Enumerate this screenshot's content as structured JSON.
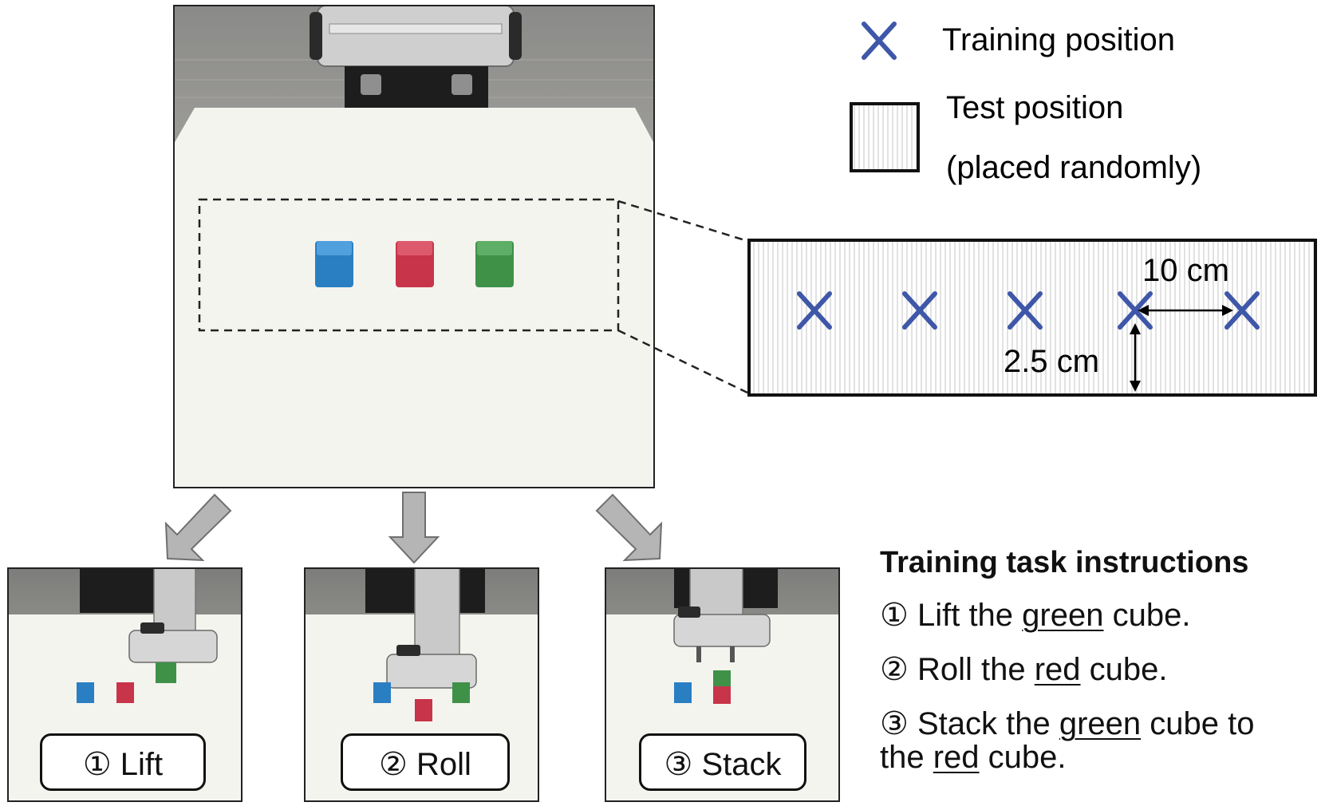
{
  "legend": {
    "training_label": "Training position",
    "test_label_line1": "Test position",
    "test_label_line2": "(placed randomly)"
  },
  "zoom": {
    "spacing_label": "10 cm",
    "offset_label": "2.5 cm"
  },
  "tasks": [
    {
      "label": "① Lift"
    },
    {
      "label": "② Roll"
    },
    {
      "label": "③ Stack"
    }
  ],
  "instructions": {
    "title": "Training task instructions",
    "items": [
      {
        "prefix": "① Lift the ",
        "color_word": "green",
        "suffix": " cube."
      },
      {
        "prefix": "② Roll the ",
        "color_word": "red",
        "suffix": " cube."
      },
      {
        "prefix": "③ Stack the ",
        "color_word": "green",
        "suffix": " cube to",
        "line2_prefix": "the ",
        "line2_color_word": "red",
        "line2_suffix": " cube."
      }
    ]
  },
  "colors": {
    "x_marker": "#3f57a8",
    "cube_blue": "#2a7fc2",
    "cube_red": "#c8344a",
    "cube_green": "#3f9148",
    "arrow_fill": "#b5b5b5",
    "table": "#f4f4ef"
  }
}
